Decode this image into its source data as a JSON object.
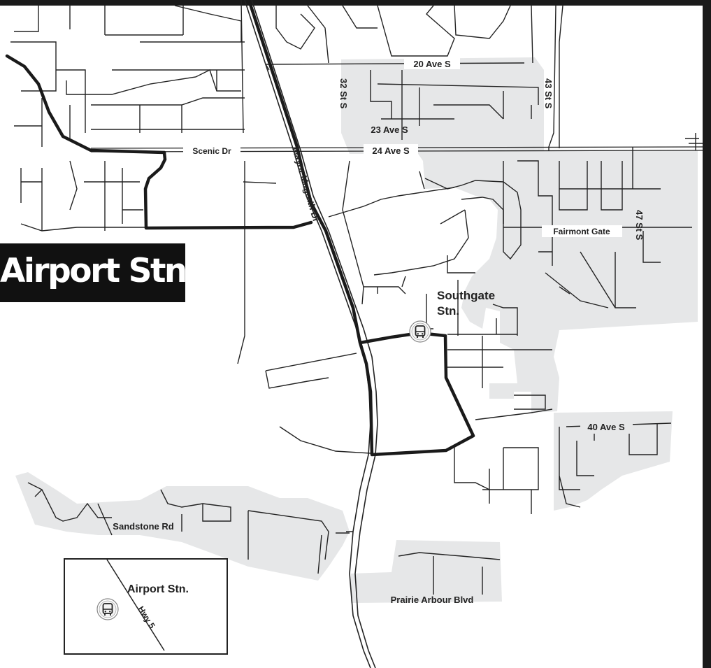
{
  "title_banner": "Airport Stn.",
  "streets": {
    "ave_20": "20 Ave S",
    "st_32": "32 St S",
    "st_43": "43 St S",
    "ave_23": "23 Ave S",
    "scenic": "Scenic Dr",
    "ave_24": "24 Ave S",
    "mayor_magrath": "Mayor Magrath Dr",
    "fairmont": "Fairmont Gate",
    "st_47": "47 St S",
    "ave_40": "40 Ave S",
    "sandstone": "Sandstone Rd",
    "prairie_arbour": "Prairie Arbour Blvd",
    "hwy5": "Hwy 5"
  },
  "stations": {
    "southgate_line1": "Southgate",
    "southgate_line2": "Stn.",
    "airport": "Airport Stn."
  },
  "icons": {
    "bus": "bus-icon"
  },
  "colors": {
    "background": "#ffffff",
    "residential_area": "#e6e7e8",
    "street": "#222222",
    "route": "#1a1a1a",
    "frame": "#1a1a1a"
  }
}
